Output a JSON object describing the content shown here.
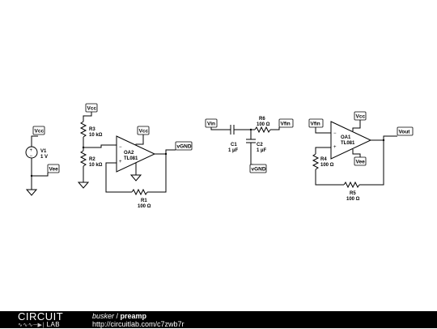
{
  "nets": {
    "vcc": "Vcc",
    "vee": "Vee",
    "vgnd": "vGND",
    "vin": "Vin",
    "vfin": "Vfin",
    "vout": "Vout"
  },
  "components": {
    "v1": {
      "name": "V1",
      "value": "1 V"
    },
    "r3": {
      "name": "R3",
      "value": "10 kΩ"
    },
    "r2": {
      "name": "R2",
      "value": "10 kΩ"
    },
    "oa2": {
      "name": "OA2",
      "model": "TL081"
    },
    "r1": {
      "name": "R1",
      "value": "100 Ω"
    },
    "c1": {
      "name": "C1",
      "value": "1 µF"
    },
    "c2": {
      "name": "C2",
      "value": "1 µF"
    },
    "r6": {
      "name": "R6",
      "value": "100 Ω"
    },
    "oa1": {
      "name": "OA1",
      "model": "TL081"
    },
    "r4": {
      "name": "R4",
      "value": "100 Ω"
    },
    "r5": {
      "name": "R5",
      "value": "100 Ω"
    }
  },
  "symbols": {
    "minus": "−",
    "plus": "+"
  },
  "footer": {
    "logo_top": "CIRCUIT",
    "logo_bottom": "LAB",
    "user": "busker",
    "separator": " / ",
    "title": "preamp",
    "url": "http://circuitlab.com/c7zwb7r"
  }
}
